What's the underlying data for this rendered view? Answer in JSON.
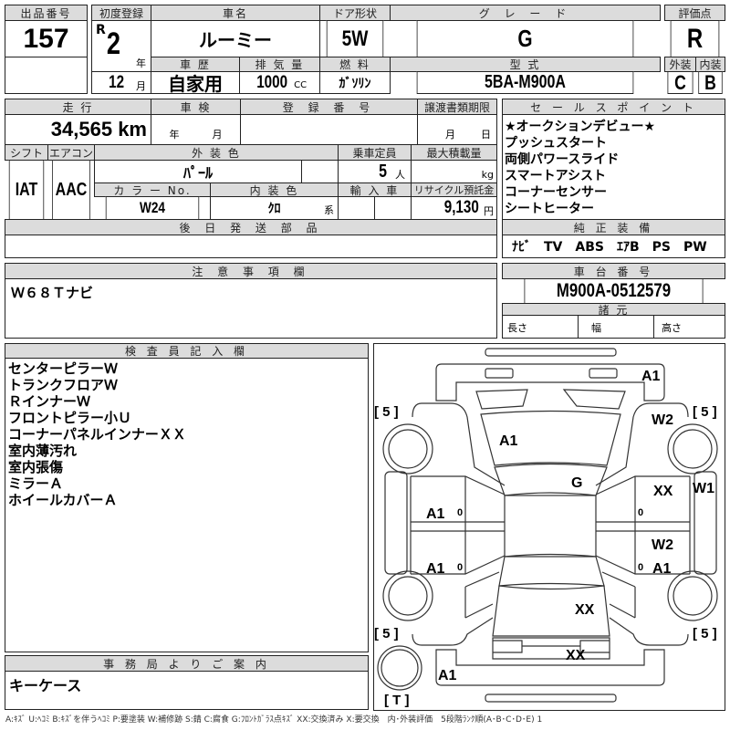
{
  "lot": {
    "label": "出品番号",
    "value": "157"
  },
  "reg": {
    "label": "初度登録",
    "era": "R",
    "year": "2",
    "year_unit": "年",
    "month": "12",
    "month_unit": "月"
  },
  "car_name": {
    "label": "車名",
    "value": "ルーミー"
  },
  "history": {
    "label": "車 歴",
    "value": "自家用"
  },
  "displacement": {
    "label": "排 気 量",
    "value": "1000",
    "unit": "CC"
  },
  "door": {
    "label": "ドア形状",
    "value": "5W"
  },
  "fuel": {
    "label": "燃 料",
    "value": "ｶﾞｿﾘﾝ"
  },
  "grade": {
    "label": "グ レ ー ド",
    "value": "G"
  },
  "model": {
    "label": "型 式",
    "value": "5BA-M900A"
  },
  "score": {
    "label": "評価点",
    "value": "R",
    "ext_label": "外装",
    "int_label": "内装",
    "ext": "C",
    "int": "B"
  },
  "mileage": {
    "label": "走 行",
    "value": "34,565 km"
  },
  "inspection": {
    "label": "車 検",
    "year_unit": "年",
    "month_unit": "月"
  },
  "plate": {
    "label": "登 録 番 号"
  },
  "transfer": {
    "label": "譲渡書類期限",
    "month_unit": "月",
    "day_unit": "日"
  },
  "shift": {
    "label": "シフト",
    "value": "IAT"
  },
  "ac": {
    "label": "エアコン",
    "value": "AAC"
  },
  "ext_color": {
    "label": "外 装 色",
    "value": "ﾊﾟｰﾙ"
  },
  "capacity": {
    "label": "乗車定員",
    "value": "5",
    "unit": "人"
  },
  "max_load": {
    "label": "最大積載量",
    "unit": "kg"
  },
  "color_no": {
    "label": "カ ラ ー No.",
    "value": "W24"
  },
  "int_color": {
    "label": "内 装 色",
    "value": "ｸﾛ",
    "unit": "系"
  },
  "import": {
    "label": "輸 入 車"
  },
  "recycle": {
    "label": "リサイクル預託金",
    "value": "9,130",
    "unit": "円"
  },
  "later_parts": {
    "label": "後 日 発 送 部 品"
  },
  "sales_points": {
    "label": "セ ー ル ス ポ イ ン ト",
    "items": [
      "★オークションデビュー★",
      "プッシュスタート",
      "両側パワースライド",
      "スマートアシスト",
      "コーナーセンサー",
      "シートヒーター"
    ]
  },
  "equipment": {
    "label": "純 正 装 備",
    "value": "ﾅﾋﾞ　TV　ABS　ｴｱB　PS　PW"
  },
  "notes": {
    "label": "注 意 事 項 欄",
    "value": "Ｗ６８Ｔナビ"
  },
  "chassis": {
    "label": "車 台 番 号",
    "value": "M900A-0512579"
  },
  "specs": {
    "label": "諸 元",
    "length": "長さ",
    "width": "幅",
    "height": "高さ"
  },
  "inspector": {
    "label": "検 査 員 記 入 欄",
    "items": [
      "センターピラーＷ",
      "トランクフロアＷ",
      "ＲインナーＷ",
      "フロントピラー小Ｕ",
      "コーナーパネルインナーＸＸ",
      "室内薄汚れ",
      "室内張傷",
      "ミラーＡ",
      "ホイールカバーＡ"
    ]
  },
  "office": {
    "label": "事 務 局 よ り ご 案 内",
    "value": "キーケース"
  },
  "diagram": {
    "labels": [
      "A1",
      "[ 5 ]",
      "[ 5 ]",
      "W2",
      "A1",
      "G",
      "XX",
      "W1",
      "A1",
      "0",
      "0",
      "W2",
      "A1",
      "0",
      "0",
      "A1",
      "XX",
      "[ 5 ]",
      "[ 5 ]",
      "XX",
      "A1",
      "[ T ]"
    ]
  },
  "legend": "A:ｷｽﾞ U:ﾍｺﾐ B:ｷｽﾞを伴うﾍｺﾐ P:要塗装 W:補修跡 S:錆 C:腐食 G:ﾌﾛﾝﾄｶﾞﾗｽ点ｷｽﾞ XX:交換済み X:要交換　内･外装評価　5段階ﾗﾝｸ順(A･B･C･D･E) 1"
}
